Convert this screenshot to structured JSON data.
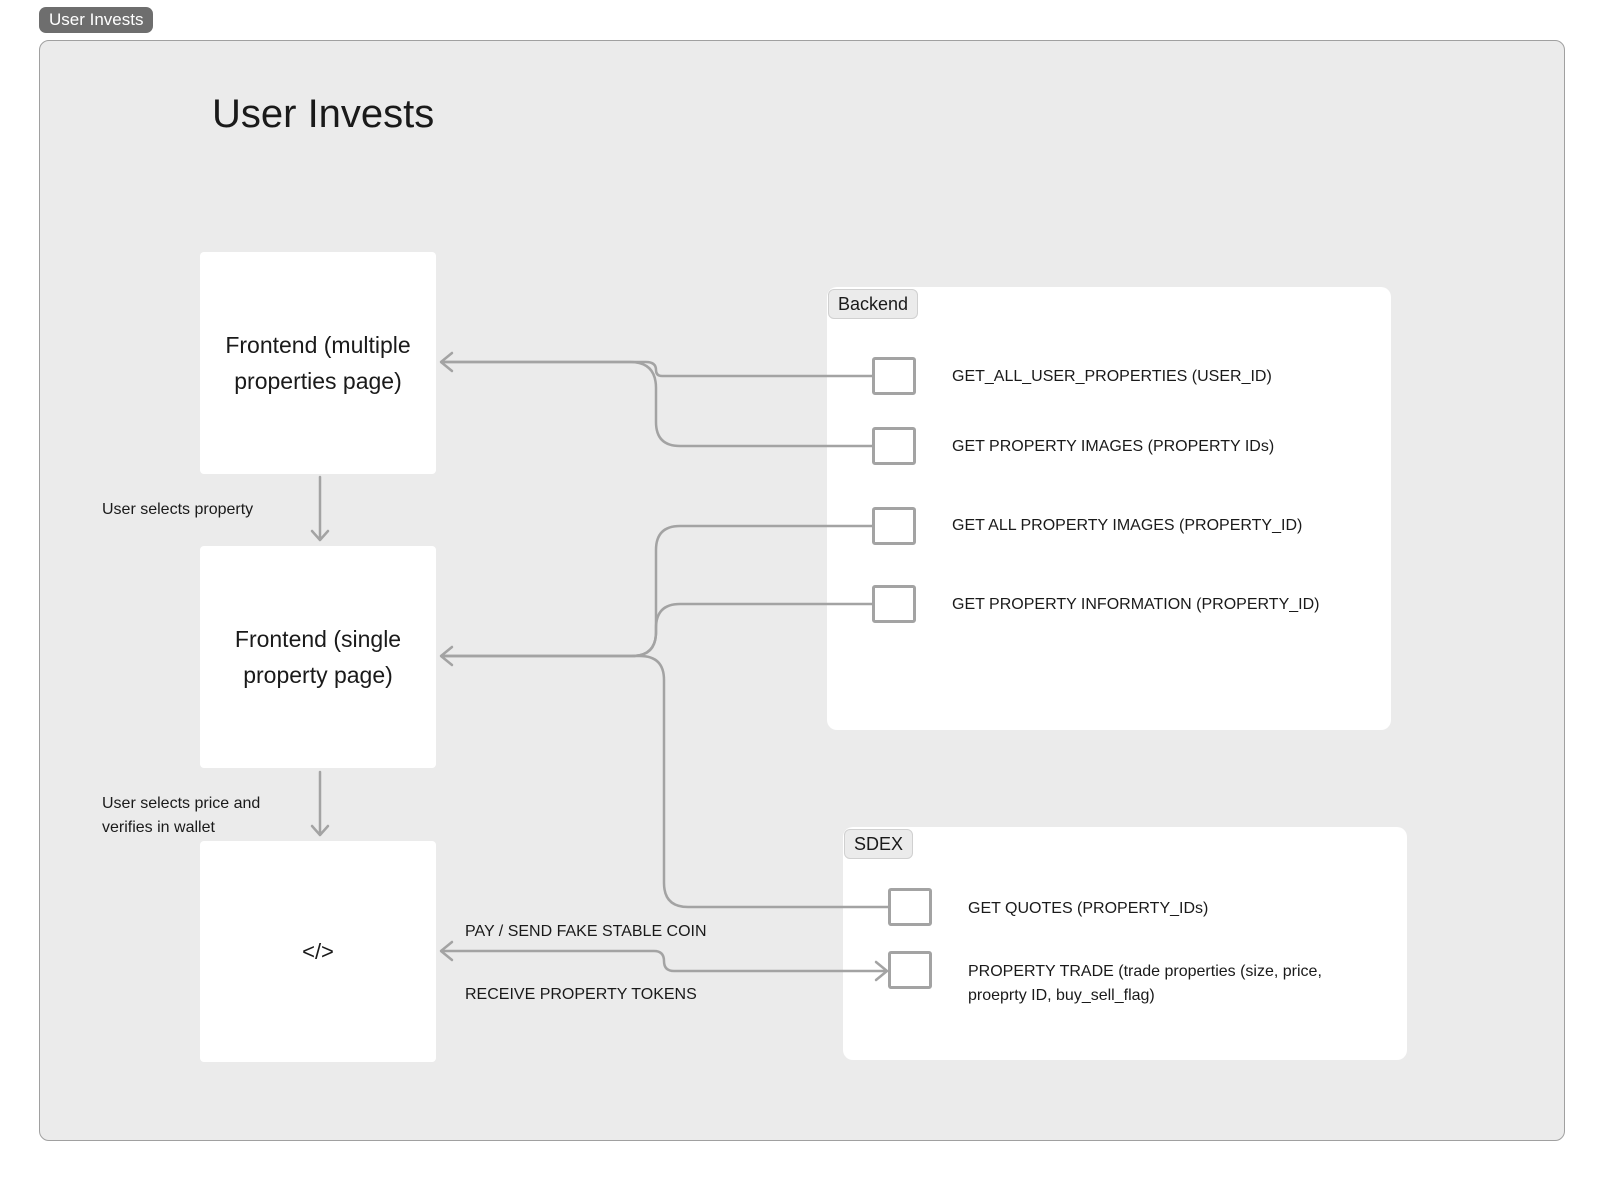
{
  "frame": {
    "tab_label": "User Invests",
    "title": "User Invests"
  },
  "nodes": {
    "frontend_multiple": "Frontend (multiple properties page)",
    "frontend_single": "Frontend (single property page)",
    "code": "</>"
  },
  "flows": {
    "select_property": "User selects property",
    "select_price_line1": "User selects price and",
    "select_price_line2": "verifies in wallet",
    "pay": "PAY / SEND FAKE STABLE COIN",
    "receive": "RECEIVE PROPERTY TOKENS"
  },
  "backend": {
    "label": "Backend",
    "endpoints": [
      "GET_ALL_USER_PROPERTIES (USER_ID)",
      "GET PROPERTY IMAGES (PROPERTY IDs)",
      "GET ALL PROPERTY IMAGES (PROPERTY_ID)",
      "GET PROPERTY INFORMATION (PROPERTY_ID)"
    ]
  },
  "sdex": {
    "label": "SDEX",
    "endpoints": [
      "GET QUOTES (PROPERTY_IDs)",
      "PROPERTY TRADE (trade properties (size, price,",
      "proeprty ID, buy_sell_flag)"
    ]
  },
  "colors": {
    "frame_bg": "#ebebeb",
    "card_bg": "#ffffff",
    "connector": "#a3a3a3",
    "tab_bg": "#6e6e6e"
  }
}
